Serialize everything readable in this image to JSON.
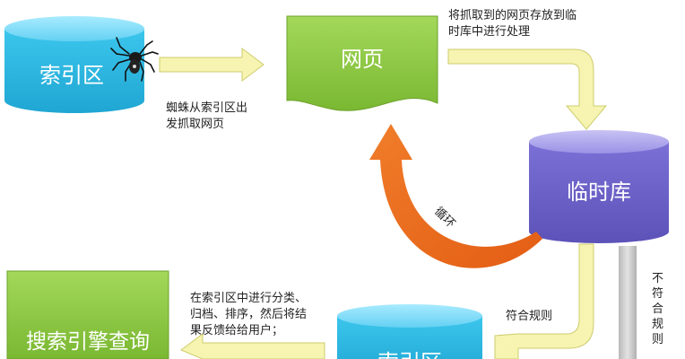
{
  "nodes": {
    "index_top": "索引区",
    "webpage": "网页",
    "temp_store": "临时库",
    "search_query": "搜索引擎查询",
    "index_bottom": "索引区"
  },
  "labels": {
    "spider_line1": "蜘蛛从索引区出",
    "spider_line2": "发抓取网页",
    "store_line1": "将抓取到的网页存放到临",
    "store_line2": "时库中进行处理",
    "loop": "循环",
    "match_rule": "符合规则",
    "no_match_1": "不",
    "no_match_2": "符",
    "no_match_3": "合",
    "no_match_4": "规",
    "no_match_5": "则",
    "classify_line1": "在索引区中进行分类、",
    "classify_line2": "归档、排序，然后将结",
    "classify_line3": "果反馈给给用户；"
  },
  "colors": {
    "cyan": "#27b4de",
    "green": "#8cc63e",
    "purple": "#6d63c9",
    "arrow_yellow": "#f6f4b0",
    "arrow_orange": "#ee6d1f",
    "gray_bar": "#c8c8c8"
  }
}
